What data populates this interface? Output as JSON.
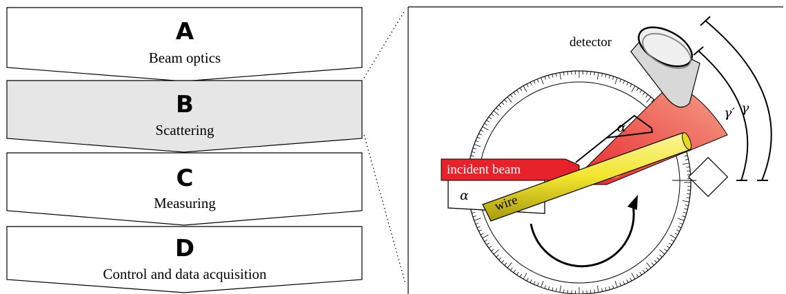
{
  "steps": [
    {
      "letter": "A",
      "label": "Beam optics",
      "highlighted": false
    },
    {
      "letter": "B",
      "label": "Scattering",
      "highlighted": true
    },
    {
      "letter": "C",
      "label": "Measuring",
      "highlighted": false
    },
    {
      "letter": "D",
      "label": "Control and data acquisition",
      "highlighted": false
    }
  ],
  "diagram": {
    "detector_label": "detector",
    "incident_beam_label": "incident beam",
    "wire_label": "wire",
    "alpha_symbol": "α",
    "gamma_prime_symbol": "γ′",
    "gamma_symbol": "γ"
  },
  "colors": {
    "highlight_fill": "#e6e6e6",
    "beam_red": "#e8222a",
    "wire_yellow": "#f2e52c"
  }
}
